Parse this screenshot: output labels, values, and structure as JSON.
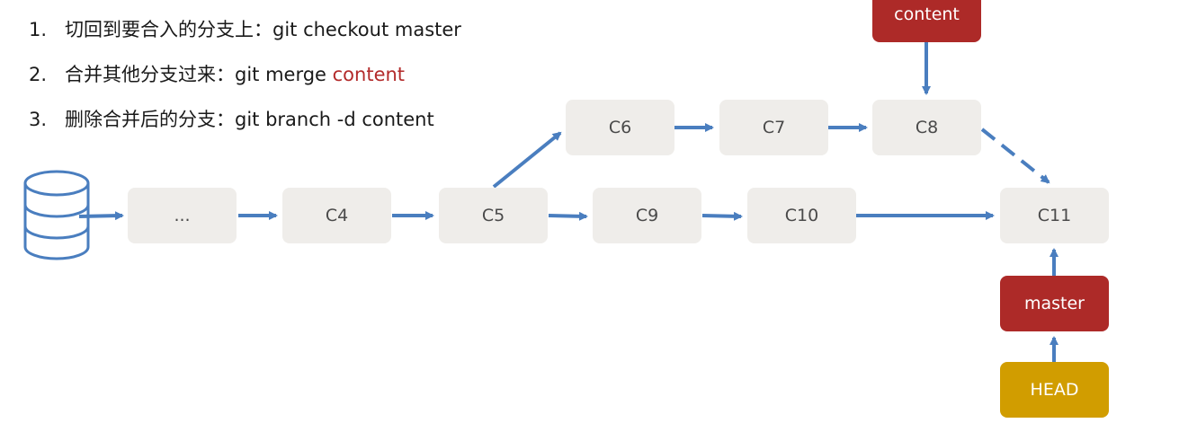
{
  "steps": [
    {
      "num": "1.",
      "text": "切回到要合入的分支上：git checkout master",
      "accent": ""
    },
    {
      "num": "2.",
      "text": "合并其他分支过来：git merge ",
      "accent": "content"
    },
    {
      "num": "3.",
      "text": "删除合并后的分支：git branch -d content",
      "accent": ""
    }
  ],
  "nodes": {
    "ellipsis": "...",
    "c4": "C4",
    "c5": "C5",
    "c6": "C6",
    "c7": "C7",
    "c8": "C8",
    "c9": "C9",
    "c10": "C10",
    "c11": "C11"
  },
  "labels": {
    "content": "content",
    "master": "master",
    "head": "HEAD"
  },
  "colors": {
    "arrow": "#4a7ebf",
    "node_fill": "#efedea",
    "branch_label": "#ad2a28",
    "head_label": "#d19d00",
    "accent_text": "#b32b2b"
  },
  "icons": {
    "repository": "database-icon"
  }
}
